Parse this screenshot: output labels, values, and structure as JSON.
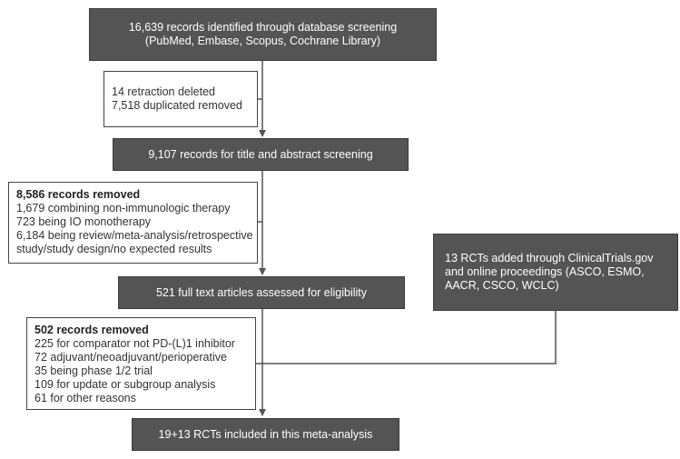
{
  "boxes": {
    "identified": [
      "16,639 records identified through database screening",
      "(PubMed, Embase, Scopus, Cochrane Library)"
    ],
    "removed_dup": [
      "14 retraction deleted",
      "7,518 duplicated removed"
    ],
    "screening": [
      "9,107 records for title and abstract screening"
    ],
    "removed_screen": {
      "title": "8,586 records removed",
      "lines": [
        "1,679 combining non-immunologic therapy",
        "723 being IO monotherapy",
        "6,184 being review/meta-analysis/retrospective",
        "study/study design/no expected results"
      ]
    },
    "fulltext": [
      "521 full text articles assessed for eligibility"
    ],
    "added": [
      "13 RCTs added through ClinicalTrials.gov",
      "and online proceedings (ASCO, ESMO,",
      "AACR, CSCO, WCLC)"
    ],
    "removed_full": {
      "title": "502 records removed",
      "lines": [
        "225 for comparator not PD-(L)1 inhibitor",
        "72 adjuvant/neoadjuvant/perioperative",
        "35 being phase 1/2 trial",
        "109 for update or subgroup analysis",
        "61 for other reasons"
      ]
    },
    "included": [
      "19+13 RCTs included in this meta-analysis"
    ]
  },
  "colors": {
    "dark_box": "#545454",
    "line": "#555555",
    "border": "#444444"
  }
}
